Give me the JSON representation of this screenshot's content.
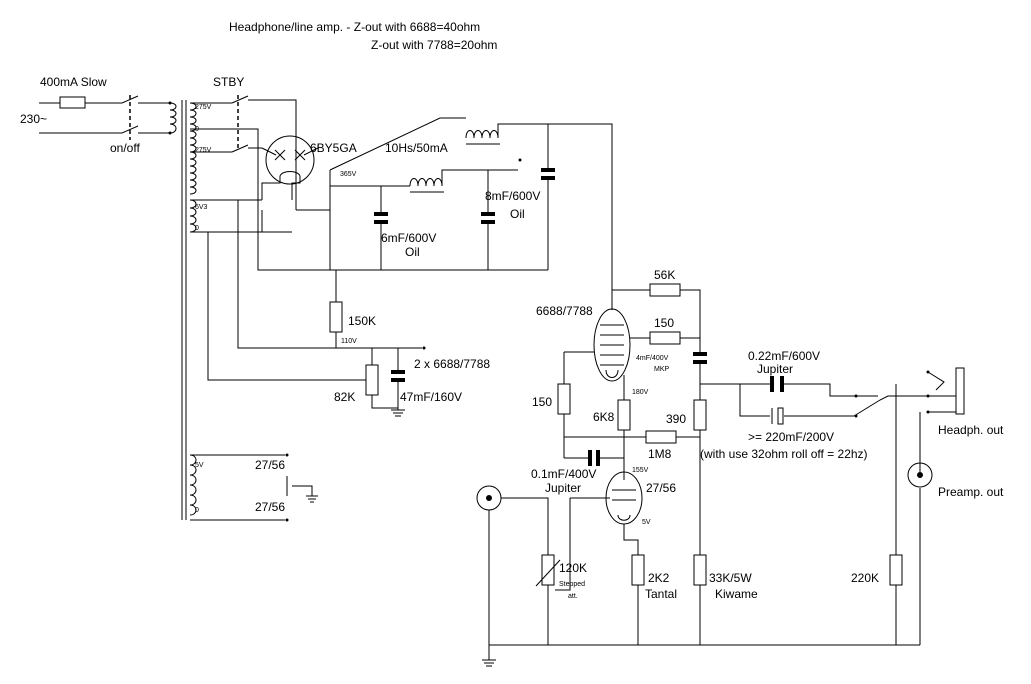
{
  "title_line1": "Headphone/line amp. - Z-out with 6688=40ohm",
  "title_line2": "Z-out with 7788=20ohm",
  "fuse": "400mA Slow",
  "mains": "230~",
  "switch_onoff": "on/off",
  "stby": "STBY",
  "tap_275a": "275V",
  "tap_0a": "0",
  "tap_275b": "275V",
  "tap_6v3": "6V3",
  "tap_0b": "0",
  "tap_5v": "5V",
  "tap_0c": "0",
  "rectifier": "6BY5GA",
  "choke": "10Hs/50mA",
  "v365": "365V",
  "cap1_value": "6mF/600V",
  "cap1_type": "Oil",
  "cap2_value": "8mF/600V",
  "cap2_type": "Oil",
  "r150k": "150K",
  "v110": "110V",
  "heater_note": "2 x 6688/7788",
  "pot82k": "82K",
  "cap47": "47mF/160V",
  "heater1": "27/56",
  "heater2": "27/56",
  "tube1": "6688/7788",
  "r56k": "56K",
  "r150a": "150",
  "cap4mf": "4mF/400V",
  "mkp": "MKP",
  "r150b": "150",
  "v180": "180V",
  "r6k8": "6K8",
  "r390": "390",
  "r1m8": "1M8",
  "cap01": "0.1mF/400V",
  "cap01_brand": "Jupiter",
  "v155": "155V",
  "tube2": "27/56",
  "v5": "5V",
  "cap022": "0.22mF/600V",
  "cap022_brand": "Jupiter",
  "cap220": ">= 220mF/200V",
  "cap220_note": "(with use 32ohm roll off = 22hz)",
  "headphone_out": "Headph. out",
  "preamp_out": "Preamp. out",
  "pot120k": "120K",
  "stepped": "Stepped",
  "att": "att.",
  "r2k2": "2K2",
  "tantal": "Tantal",
  "r33k": "33K/5W",
  "kiwame": "Kiwame",
  "r220k": "220K"
}
